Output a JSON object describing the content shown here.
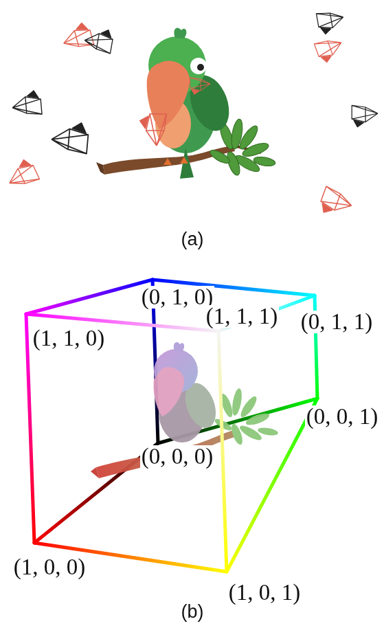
{
  "diagram": {
    "labels": [
      "(a)",
      "(0, 1, 0)",
      "(1, 1, 0)",
      "(0, 1, 1)",
      "(1, 1, 1)",
      "(0, 0, 0)",
      "(0, 0, 1)",
      "(1, 0, 0)",
      "(1, 0, 1)",
      "(b)"
    ]
  }
}
